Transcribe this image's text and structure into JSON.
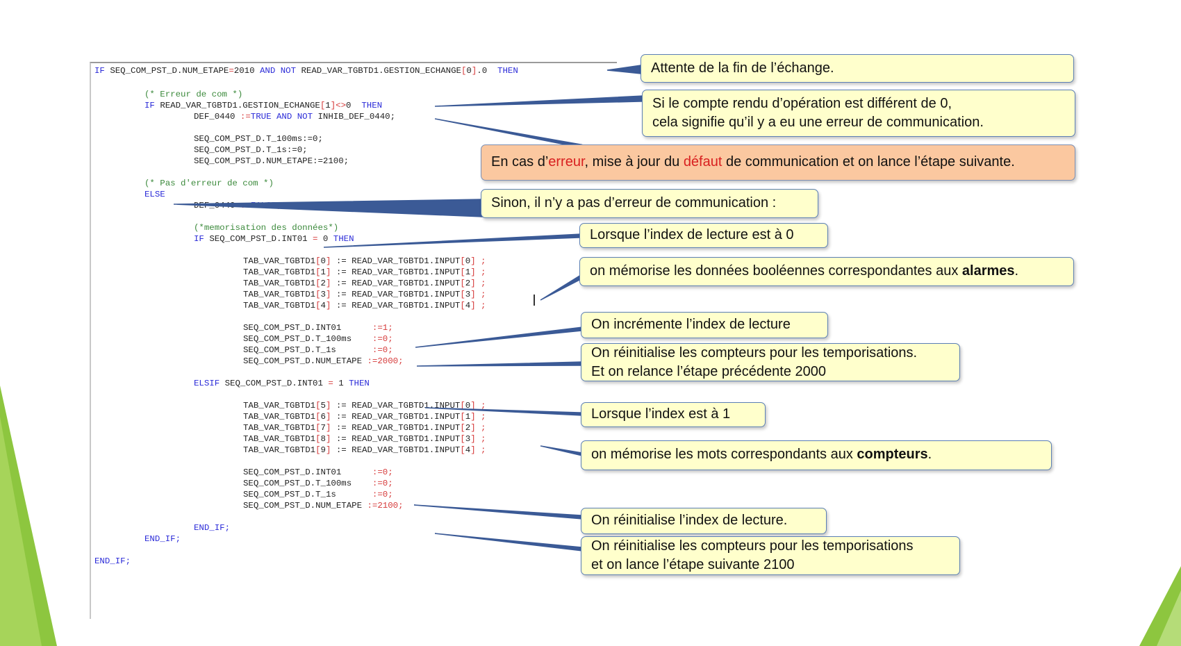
{
  "code": {
    "line1": [
      "IF ",
      "SEQ_COM_PST_D.NUM_ETAPE",
      "=",
      "2010 ",
      "AND NOT",
      " READ_VAR_TGBTD1.GESTION_ECHANGE",
      "[",
      "0",
      "]",
      ".0  ",
      "THEN"
    ],
    "line2": "(* Erreur de com *)",
    "line3": [
      "IF ",
      "READ_VAR_TGBTD1.GESTION_ECHANGE",
      "[",
      "1",
      "]",
      "<>",
      "0  ",
      "THEN"
    ],
    "line4": [
      "DEF_0440 ",
      ":=",
      "TRUE",
      " AND NOT",
      " INHIB_DEF_0440;"
    ],
    "line5": "SEQ_COM_PST_D.T_100ms:=0;",
    "line6": "SEQ_COM_PST_D.T_1s:=0;",
    "line7": "SEQ_COM_PST_D.NUM_ETAPE:=2100;",
    "line8": "(* Pas d'erreur de com *)",
    "line9": "ELSE",
    "line10": [
      "DEF_0440 ",
      ":=",
      "FALSE",
      ";"
    ],
    "line11": "(*memorisation des données*)",
    "line12": [
      "IF ",
      "SEQ_COM_PST_D.INT01 ",
      "=",
      " 0 ",
      "THEN"
    ],
    "tab_block_1": [
      [
        "TAB_VAR_TGBTD1",
        "[",
        "0",
        "]",
        " := READ_VAR_TGBTD1.INPUT",
        "[",
        "0",
        "]",
        " ;"
      ],
      [
        "TAB_VAR_TGBTD1",
        "[",
        "1",
        "]",
        " := READ_VAR_TGBTD1.INPUT",
        "[",
        "1",
        "]",
        " ;"
      ],
      [
        "TAB_VAR_TGBTD1",
        "[",
        "2",
        "]",
        " := READ_VAR_TGBTD1.INPUT",
        "[",
        "2",
        "]",
        " ;"
      ],
      [
        "TAB_VAR_TGBTD1",
        "[",
        "3",
        "]",
        " := READ_VAR_TGBTD1.INPUT",
        "[",
        "3",
        "]",
        " ;"
      ],
      [
        "TAB_VAR_TGBTD1",
        "[",
        "4",
        "]",
        " := READ_VAR_TGBTD1.INPUT",
        "[",
        "4",
        "]",
        " ;"
      ]
    ],
    "set_block_1": [
      [
        "SEQ_COM_PST_D.INT01      ",
        ":=1;"
      ],
      [
        "SEQ_COM_PST_D.T_100ms    ",
        ":=0;"
      ],
      [
        "SEQ_COM_PST_D.T_1s       ",
        ":=0;"
      ],
      [
        "SEQ_COM_PST_D.NUM_ETAPE ",
        ":=2000;"
      ]
    ],
    "line_elsif": [
      "ELSIF ",
      "SEQ_COM_PST_D.INT01 ",
      "=",
      " 1 ",
      "THEN"
    ],
    "tab_block_2": [
      [
        "TAB_VAR_TGBTD1",
        "[",
        "5",
        "]",
        " := READ_VAR_TGBTD1.INPUT",
        "[",
        "0",
        "]",
        " ;"
      ],
      [
        "TAB_VAR_TGBTD1",
        "[",
        "6",
        "]",
        " := READ_VAR_TGBTD1.INPUT",
        "[",
        "1",
        "]",
        " ;"
      ],
      [
        "TAB_VAR_TGBTD1",
        "[",
        "7",
        "]",
        " := READ_VAR_TGBTD1.INPUT",
        "[",
        "2",
        "]",
        " ;"
      ],
      [
        "TAB_VAR_TGBTD1",
        "[",
        "8",
        "]",
        " := READ_VAR_TGBTD1.INPUT",
        "[",
        "3",
        "]",
        " ;"
      ],
      [
        "TAB_VAR_TGBTD1",
        "[",
        "9",
        "]",
        " := READ_VAR_TGBTD1.INPUT",
        "[",
        "4",
        "]",
        " ;"
      ]
    ],
    "set_block_2": [
      [
        "SEQ_COM_PST_D.INT01      ",
        ":=0;"
      ],
      [
        "SEQ_COM_PST_D.T_100ms    ",
        ":=0;"
      ],
      [
        "SEQ_COM_PST_D.T_1s       ",
        ":=0;"
      ],
      [
        "SEQ_COM_PST_D.NUM_ETAPE ",
        ":=2100;"
      ]
    ],
    "end_if_inner": "END_IF;",
    "end_if_mid": "END_IF;",
    "end_if_outer": "END_IF;"
  },
  "callouts": {
    "c1": "Attente de la fin de l’échange.",
    "c2_line1": "Si le compte rendu d’opération est différent de 0,",
    "c2_line2": "cela signifie qu’il y a eu une erreur de communication.",
    "c3_a": "En cas d’",
    "c3_b": "erreur",
    "c3_c": ", mise à jour du ",
    "c3_d": "défaut",
    "c3_e": " de communication et on lance l’étape suivante.",
    "c4": "Sinon, il n’y a pas d’erreur de communication :",
    "c5": "Lorsque l’index de lecture est à 0",
    "c6_a": "on mémorise les données booléennes correspondantes aux ",
    "c6_b": "alarmes",
    "c6_c": ".",
    "c7": "On incrémente l’index de lecture",
    "c8_line1": "On réinitialise les compteurs pour les temporisations.",
    "c8_line2": "Et on relance l’étape précédente 2000",
    "c9": "Lorsque l’index est à 1",
    "c10_a": "on mémorise les mots correspondants aux ",
    "c10_b": "compteurs",
    "c10_c": ".",
    "c11": "On réinitialise l’index de lecture.",
    "c12_line1": "On réinitialise les compteurs pour les temporisations",
    "c12_line2": "et on lance l’étape suivante 2100"
  },
  "colors": {
    "keyword": "#2b2bd8",
    "comment": "#3c8a3c",
    "operator": "#d63a3a",
    "callout_bg": "#ffffcc",
    "callout_highlight_bg": "#fbc8a0",
    "accent_green": "#8dc63f",
    "connector": "#3b5a96"
  }
}
